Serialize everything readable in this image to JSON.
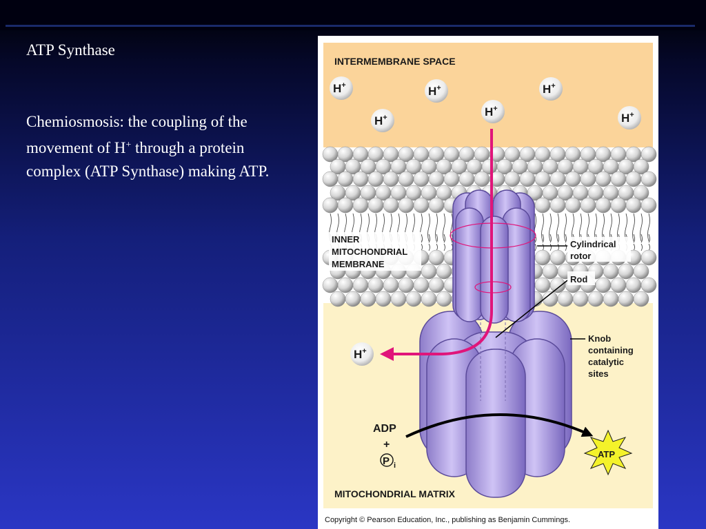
{
  "slide": {
    "title": "",
    "heading": "ATP Synthase",
    "body_part1": "Chemiosmosis:  the coupling of the movement of H",
    "body_sup": "+",
    "body_part2": " through a protein complex (ATP Synthase) making ATP."
  },
  "figure": {
    "intermembrane_label": "INTERMEMBRANE SPACE",
    "membrane_label_line1": "INNER",
    "membrane_label_line2": "MITOCHONDRIAL",
    "membrane_label_line3": "MEMBRANE",
    "rotor_label_line1": "Cylindrical",
    "rotor_label_line2": "rotor",
    "rod_label": "Rod",
    "knob_label_line1": "Knob",
    "knob_label_line2": "containing",
    "knob_label_line3": "catalytic",
    "knob_label_line4": "sites",
    "proton": "H",
    "proton_sup": "+",
    "adp_label": "ADP",
    "plus_label": "+",
    "pi_label": "P",
    "pi_sub": "i",
    "atp_label": "ATP",
    "matrix_label": "MITOCHONDRIAL MATRIX",
    "copyright": "Copyright © Pearson Education, Inc., publishing as Benjamin Cummings."
  },
  "colors": {
    "intermembrane": "#fbd49a",
    "matrix": "#fdf2c8",
    "protein": "#b9a8e8",
    "protein_dark": "#6a58b0",
    "arrow": "#e0157a",
    "atp_star": "#f4f22a"
  }
}
